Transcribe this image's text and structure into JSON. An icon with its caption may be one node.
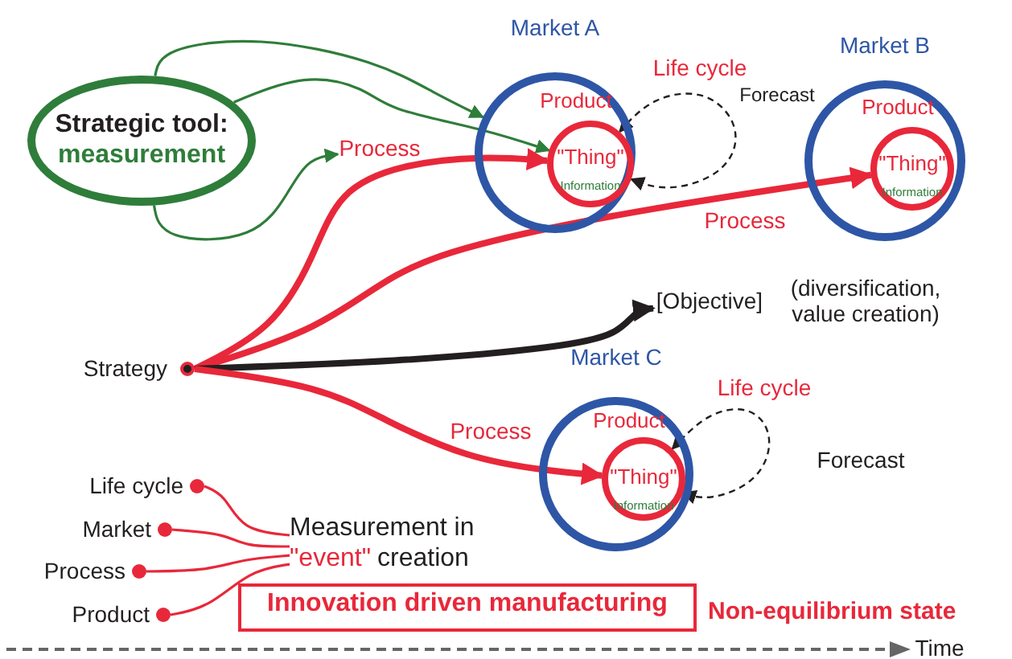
{
  "diagram": {
    "nodes": [
      {
        "text": [
          "Strategic tool:",
          "measurement"
        ]
      },
      {
        "text": [
          "Market A"
        ]
      },
      {
        "text": [
          "Product",
          "\"Thing\"",
          "Information"
        ],
        "in": 1
      },
      {
        "text": [
          "Market B"
        ]
      },
      {
        "text": [
          "Product",
          "\"Thing\"",
          "Information"
        ],
        "in": 3
      },
      {
        "text": [
          "Process"
        ]
      },
      {
        "text": [
          "[Objective]"
        ],
        "beside": [
          "(diversification, value creation)"
        ]
      },
      {
        "text": [
          "Strategy"
        ]
      },
      {
        "text": [
          "Market C"
        ]
      },
      {
        "text": [
          "Product",
          "\"Thing\"",
          "Information"
        ],
        "in": 8
      },
      {
        "text": [
          "Life cycle"
        ]
      },
      {
        "text": [
          "Market"
        ]
      },
      {
        "text": [
          "Process"
        ]
      },
      {
        "text": [
          "Product"
        ]
      },
      {
        "text": [
          "Measurement in",
          "\"event\"",
          "creation"
        ]
      },
      {
        "text": [
          "Innovation driven manufacturing"
        ],
        "beside": [
          "Non-equilibrium state"
        ]
      }
    ],
    "edges": [
      {
        "from": 0,
        "to": 1,
        "arrow": "to",
        "color": "#2f7d3a"
      },
      {
        "from": 0,
        "to": 2,
        "arrow": "to",
        "color": "#2f7d3a"
      },
      {
        "from": 0,
        "to": 5,
        "arrow": "to",
        "color": "#2f7d3a"
      },
      {
        "from": 7,
        "to": 2,
        "arrow": "to",
        "style": "thick",
        "color": "#e8283a"
      },
      {
        "from": 7,
        "to": 4,
        "arrow": "to",
        "label": "Process",
        "style": "thick",
        "color": "#e8283a"
      },
      {
        "from": 7,
        "to": 6,
        "arrow": "to",
        "style": "thick",
        "color": "#231f20"
      },
      {
        "from": 7,
        "to": 9,
        "arrow": "to",
        "label": "Process",
        "style": "thick",
        "color": "#e8283a"
      },
      {
        "from": 2,
        "to": 2,
        "arrow": "both",
        "label": "Forecast",
        "style": "dashed",
        "color": "#231f20"
      },
      {
        "from": 9,
        "to": 9,
        "arrow": "both",
        "label": "Forecast",
        "style": "dashed",
        "color": "#231f20"
      },
      {
        "from": 10,
        "to": 14,
        "arrow": "none",
        "color": "#e8283a"
      },
      {
        "from": 11,
        "to": 14,
        "arrow": "none",
        "color": "#e8283a"
      },
      {
        "from": 12,
        "to": 14,
        "arrow": "none",
        "color": "#e8283a"
      },
      {
        "from": 13,
        "to": 14,
        "arrow": "none",
        "color": "#e8283a"
      }
    ],
    "labels": [
      "Life cycle",
      "Life cycle",
      "Time"
    ]
  }
}
